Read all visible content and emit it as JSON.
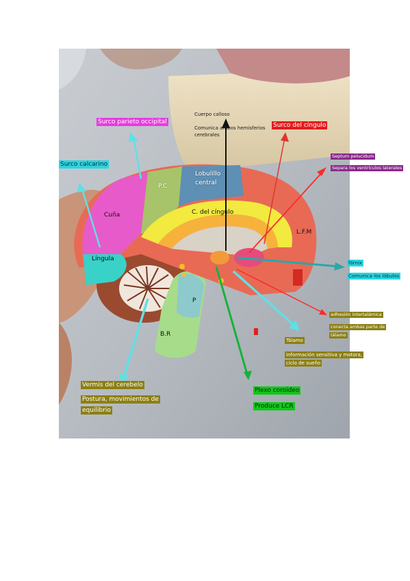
{
  "labels": {
    "cuerpo_calloso": "Cuerpo calloso",
    "comunica_hemisferios": "Comunica ambos hemisferios",
    "cerebrales": "cerebrales",
    "surco_parieto_occipital": "Surco parieto occipital",
    "surco_del_cingulo": "Surco del cíngulo",
    "surco_calcarino": "Surco calcarino",
    "septum_pelucidum": "Septum pelucidum",
    "separa_ventriculos": "Separa los ventrículos laterales",
    "lobulillo": "Lobulillo",
    "central": "central",
    "pc": "P.C",
    "cuna": "Cuña",
    "c_del_cingulo": "C. del cíngulo",
    "lfm": "L.F.M",
    "lingula": "Língula",
    "fornix": "fórnix",
    "comunica_lobulos": "Comunica los lóbulos",
    "adhesion": "adhesión intertalámica",
    "conecta_talamo": "conecta ambas parte de",
    "talamo_low": "tálamo",
    "talamo": "Tálamo",
    "info_sensitiva": "Información sensitiva y motora,",
    "ciclo": "ciclo de sueño",
    "br": "B.R",
    "p": "P",
    "vermis": "Vermis del cerebelo",
    "postura": "Postura, movimientos de",
    "equilibrio": "equilibrio",
    "plexo": "Plexo coroideo",
    "produce": "Produce LCR"
  },
  "colors": {
    "pink": "#e83be0",
    "cyan": "#2ad6e0",
    "red": "#e21c1c",
    "purple": "#8a2a8a",
    "olive": "#8c7f12",
    "green": "#10c81a"
  }
}
